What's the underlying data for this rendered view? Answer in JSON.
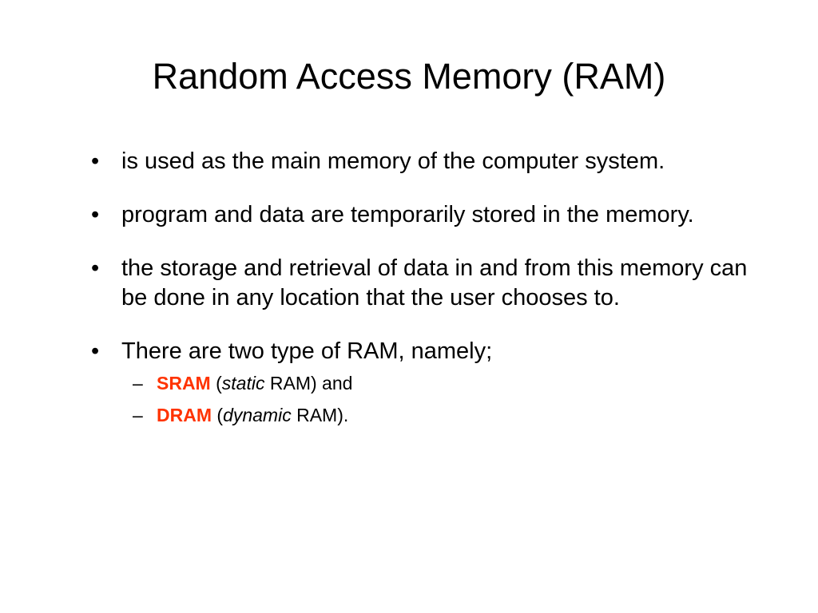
{
  "slide": {
    "title": "Random Access Memory (RAM)",
    "bullet_glyph": "•",
    "sub_glyph": "–",
    "accent_color": "#ff3300",
    "bullets": [
      {
        "text": "is used as the main memory of the computer system."
      },
      {
        "text": "program and data are temporarily stored in the memory."
      },
      {
        "text": "the storage and retrieval of data in and from this memory can be done in any location that the user chooses to."
      },
      {
        "text": "There are two type of RAM, namely;"
      }
    ],
    "sub_items": [
      {
        "term": "SRAM",
        "open": " (",
        "italic": "static",
        "rest": " RAM) and"
      },
      {
        "term": "DRAM",
        "open": " (",
        "italic": "dynamic",
        "rest": " RAM)."
      }
    ]
  }
}
